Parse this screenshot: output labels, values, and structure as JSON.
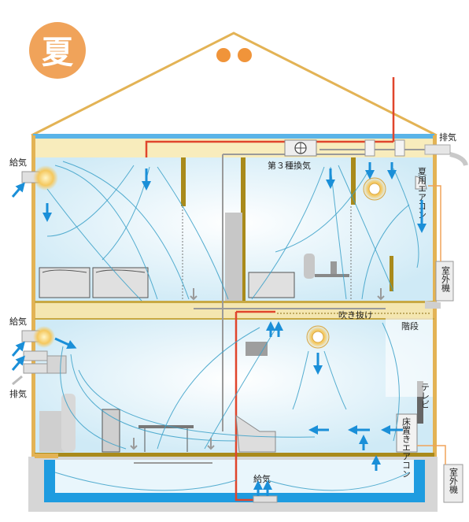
{
  "season_badge": {
    "label": "夏",
    "color": "#f0a35a"
  },
  "labels": {
    "intake_top": "給気",
    "intake_mid": "給気",
    "exhaust_left": "排気",
    "exhaust_top_right": "排気",
    "ventilation_system": "第３種換気",
    "summer_aircon": "夏用エアコン",
    "outdoor_unit_upper": "室外機",
    "stairwell_open": "吹き抜け",
    "stairs": "階段",
    "tv": "テレビ",
    "floor_aircon": "床置きエアコン",
    "outdoor_unit_lower": "室外機",
    "underfloor_intake": "給気"
  },
  "colors": {
    "roof_line": "#e3b355",
    "wall_fill": "#a98a1b",
    "air_flow": "#3aa0c8",
    "arrow": "#1a8fd8",
    "duct_red": "#e0452c",
    "duct_gray": "#9a9a9a",
    "insulation": "#5ab4e8"
  },
  "icons": [
    "ventilation-fan-icon",
    "ceiling-light-icon",
    "aircon-icon",
    "outdoor-unit-icon"
  ]
}
